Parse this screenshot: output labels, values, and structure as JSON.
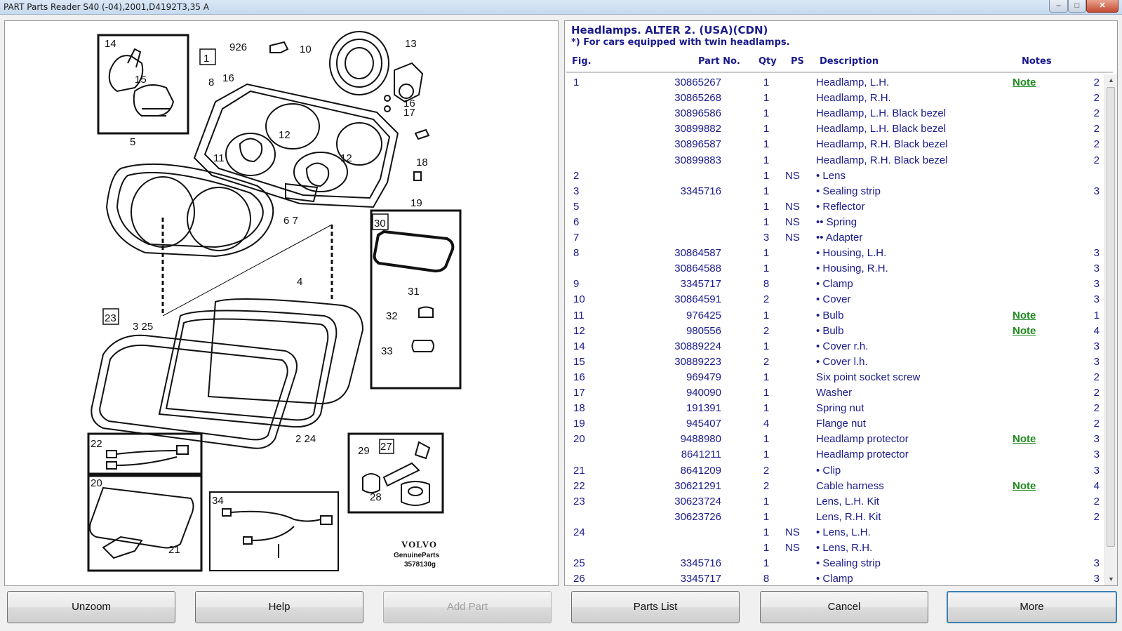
{
  "window": {
    "title": "PART Parts Reader S40 (-04),2001,D4192T3,35 A",
    "controls": [
      "–",
      "□",
      "✕"
    ]
  },
  "diagram": {
    "labels": {
      "l14": "14",
      "l15": "15",
      "l1": "1",
      "l926": "926",
      "l10": "10",
      "l13": "13",
      "l8": "8",
      "l16a": "16",
      "l16b": "16",
      "l17": "17",
      "l12a": "12",
      "l12b": "12",
      "l11": "11",
      "l18": "18",
      "l19": "19",
      "l5": "5",
      "l67": "6 7",
      "l30": "30",
      "l31": "31",
      "l32": "32",
      "l33": "33",
      "l4": "4",
      "l23": "23",
      "l325": "3 25",
      "l224": "2 24",
      "l22": "22",
      "l20": "20",
      "l21": "21",
      "l34": "34",
      "l29": "29",
      "l27": "27",
      "l28": "28"
    },
    "volvo": "VOLVO",
    "genuine": "GenuineParts",
    "code": "3578130g"
  },
  "panel": {
    "title": "Headlamps. ALTER 2. (USA)(CDN)",
    "subtitle": "*) For cars equipped with twin headlamps.",
    "columns": {
      "fig": "Fig.",
      "part": "Part No.",
      "qty": "Qty",
      "ps": "PS",
      "desc": "Description",
      "notes": "Notes"
    },
    "rows": [
      {
        "fig": "1",
        "part": "30865267",
        "qty": "1",
        "ps": "",
        "desc": "Headlamp, L.H.",
        "note": "Note",
        "num": "2"
      },
      {
        "fig": "",
        "part": "30865268",
        "qty": "1",
        "ps": "",
        "desc": "Headlamp, R.H.",
        "note": "",
        "num": "2"
      },
      {
        "fig": "",
        "part": "30896586",
        "qty": "1",
        "ps": "",
        "desc": "Headlamp, L.H. Black bezel",
        "note": "",
        "num": "2"
      },
      {
        "fig": "",
        "part": "30899882",
        "qty": "1",
        "ps": "",
        "desc": "Headlamp, L.H. Black bezel",
        "note": "",
        "num": "2"
      },
      {
        "fig": "",
        "part": "30896587",
        "qty": "1",
        "ps": "",
        "desc": "Headlamp, R.H. Black bezel",
        "note": "",
        "num": "2"
      },
      {
        "fig": "",
        "part": "30899883",
        "qty": "1",
        "ps": "",
        "desc": "Headlamp, R.H. Black bezel",
        "note": "",
        "num": "2"
      },
      {
        "fig": "2",
        "part": "",
        "qty": "1",
        "ps": "NS",
        "desc": "• Lens",
        "note": "",
        "num": ""
      },
      {
        "fig": "3",
        "part": "3345716",
        "qty": "1",
        "ps": "",
        "desc": "• Sealing strip",
        "note": "",
        "num": "3"
      },
      {
        "fig": "5",
        "part": "",
        "qty": "1",
        "ps": "NS",
        "desc": "• Reflector",
        "note": "",
        "num": ""
      },
      {
        "fig": "6",
        "part": "",
        "qty": "1",
        "ps": "NS",
        "desc": "•• Spring",
        "note": "",
        "num": ""
      },
      {
        "fig": "7",
        "part": "",
        "qty": "3",
        "ps": "NS",
        "desc": "•• Adapter",
        "note": "",
        "num": ""
      },
      {
        "fig": "8",
        "part": "30864587",
        "qty": "1",
        "ps": "",
        "desc": "• Housing, L.H.",
        "note": "",
        "num": "3"
      },
      {
        "fig": "",
        "part": "30864588",
        "qty": "1",
        "ps": "",
        "desc": "• Housing, R.H.",
        "note": "",
        "num": "3"
      },
      {
        "fig": "9",
        "part": "3345717",
        "qty": "8",
        "ps": "",
        "desc": "• Clamp",
        "note": "",
        "num": "3"
      },
      {
        "fig": "10",
        "part": "30864591",
        "qty": "2",
        "ps": "",
        "desc": "• Cover",
        "note": "",
        "num": "3"
      },
      {
        "fig": "11",
        "part": "976425",
        "qty": "1",
        "ps": "",
        "desc": "• Bulb",
        "note": "Note",
        "num": "1"
      },
      {
        "fig": "12",
        "part": "980556",
        "qty": "2",
        "ps": "",
        "desc": "• Bulb",
        "note": "Note",
        "num": "4"
      },
      {
        "fig": "14",
        "part": "30889224",
        "qty": "1",
        "ps": "",
        "desc": "• Cover r.h.",
        "note": "",
        "num": "3"
      },
      {
        "fig": "15",
        "part": "30889223",
        "qty": "2",
        "ps": "",
        "desc": "• Cover l.h.",
        "note": "",
        "num": "3"
      },
      {
        "fig": "16",
        "part": "969479",
        "qty": "1",
        "ps": "",
        "desc": "Six point socket screw",
        "note": "",
        "num": "2"
      },
      {
        "fig": "17",
        "part": "940090",
        "qty": "1",
        "ps": "",
        "desc": "Washer",
        "note": "",
        "num": "2"
      },
      {
        "fig": "18",
        "part": "191391",
        "qty": "1",
        "ps": "",
        "desc": "Spring nut",
        "note": "",
        "num": "2"
      },
      {
        "fig": "19",
        "part": "945407",
        "qty": "4",
        "ps": "",
        "desc": "Flange nut",
        "note": "",
        "num": "2"
      },
      {
        "fig": "20",
        "part": "9488980",
        "qty": "1",
        "ps": "",
        "desc": "Headlamp protector",
        "note": "Note",
        "num": "3"
      },
      {
        "fig": "",
        "part": "8641211",
        "qty": "1",
        "ps": "",
        "desc": "Headlamp protector",
        "note": "",
        "num": "3"
      },
      {
        "fig": "21",
        "part": "8641209",
        "qty": "2",
        "ps": "",
        "desc": "• Clip",
        "note": "",
        "num": "3"
      },
      {
        "fig": "22",
        "part": "30621291",
        "qty": "2",
        "ps": "",
        "desc": "Cable harness",
        "note": "Note",
        "num": "4"
      },
      {
        "fig": "23",
        "part": "30623724",
        "qty": "1",
        "ps": "",
        "desc": "Lens, L.H. Kit",
        "note": "",
        "num": "2"
      },
      {
        "fig": "",
        "part": "30623726",
        "qty": "1",
        "ps": "",
        "desc": "Lens, R.H. Kit",
        "note": "",
        "num": "2"
      },
      {
        "fig": "24",
        "part": "",
        "qty": "1",
        "ps": "NS",
        "desc": "• Lens, L.H.",
        "note": "",
        "num": ""
      },
      {
        "fig": "",
        "part": "",
        "qty": "1",
        "ps": "NS",
        "desc": "• Lens, R.H.",
        "note": "",
        "num": ""
      },
      {
        "fig": "25",
        "part": "3345716",
        "qty": "1",
        "ps": "",
        "desc": "• Sealing strip",
        "note": "",
        "num": "3"
      },
      {
        "fig": "26",
        "part": "3345717",
        "qty": "8",
        "ps": "",
        "desc": "• Clamp",
        "note": "",
        "num": "3"
      }
    ]
  },
  "buttons": {
    "unzoom": "Unzoom",
    "help": "Help",
    "add_part": "Add Part",
    "parts_list": "Parts List",
    "cancel": "Cancel",
    "more": "More"
  },
  "colors": {
    "text_blue": "#1a1a8c",
    "note_green": "#1f8a1f"
  }
}
